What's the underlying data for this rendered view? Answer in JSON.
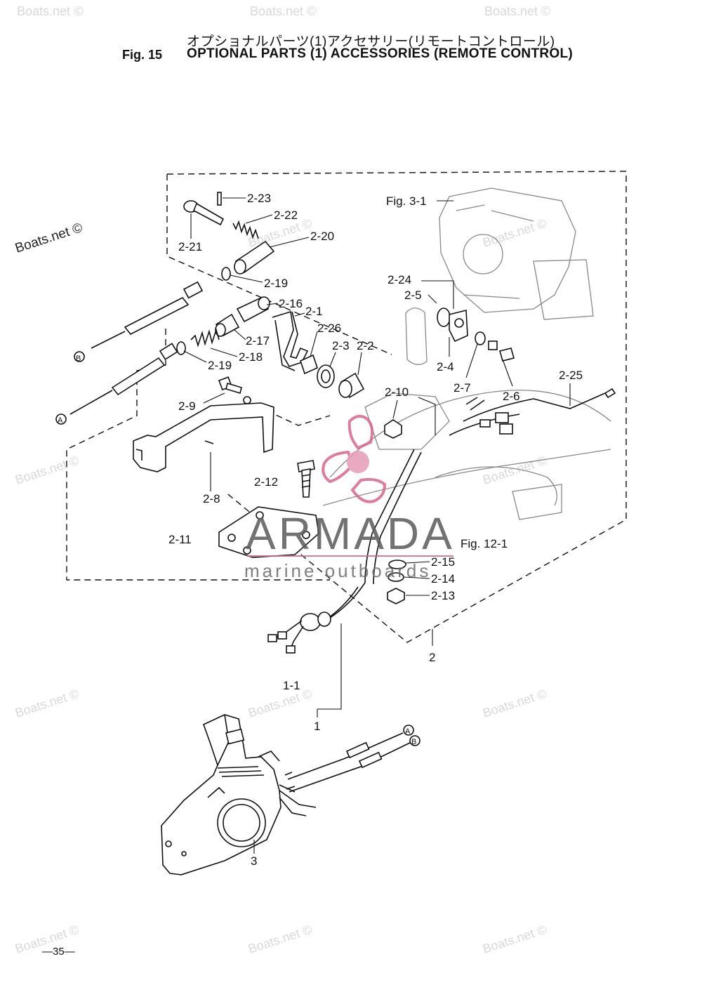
{
  "header": {
    "title_jp": "オプショナルパーツ(1)アクセサリー(リモートコントロール)",
    "fig_number": "Fig. 15",
    "title_en": "OPTIONAL PARTS (1) ACCESSORIES (REMOTE CONTROL)"
  },
  "labels": {
    "p2_23": "2-23",
    "p2_22": "2-22",
    "p2_20": "2-20",
    "p2_21": "2-21",
    "p2_19a": "2-19",
    "p2_16": "2-16",
    "p2_1": "2-1",
    "p2_26": "2-26",
    "p2_17": "2-17",
    "p2_3": "2-3",
    "p2_2": "2-2",
    "p2_18": "2-18",
    "p2_19b": "2-19",
    "p2_9": "2-9",
    "p2_8": "2-8",
    "p2_12": "2-12",
    "p2_11": "2-11",
    "p2_10": "2-10",
    "p2_24": "2-24",
    "p2_5": "2-5",
    "p2_4": "2-4",
    "p2_7": "2-7",
    "p2_6": "2-6",
    "p2_25": "2-25",
    "p2_15": "2-15",
    "p2_14": "2-14",
    "p2_13": "2-13",
    "p2": "2",
    "p1_1": "1-1",
    "p1": "1",
    "p3": "3",
    "fig3_1": "Fig. 3-1",
    "fig12_1": "Fig. 12-1",
    "circle_a": "A",
    "circle_b": "B"
  },
  "watermarks": {
    "boats": "Boats.net ©"
  },
  "logo": {
    "brand": "ARMADA",
    "tagline": "marine outboards"
  },
  "footer": {
    "page_number": "—35—"
  }
}
